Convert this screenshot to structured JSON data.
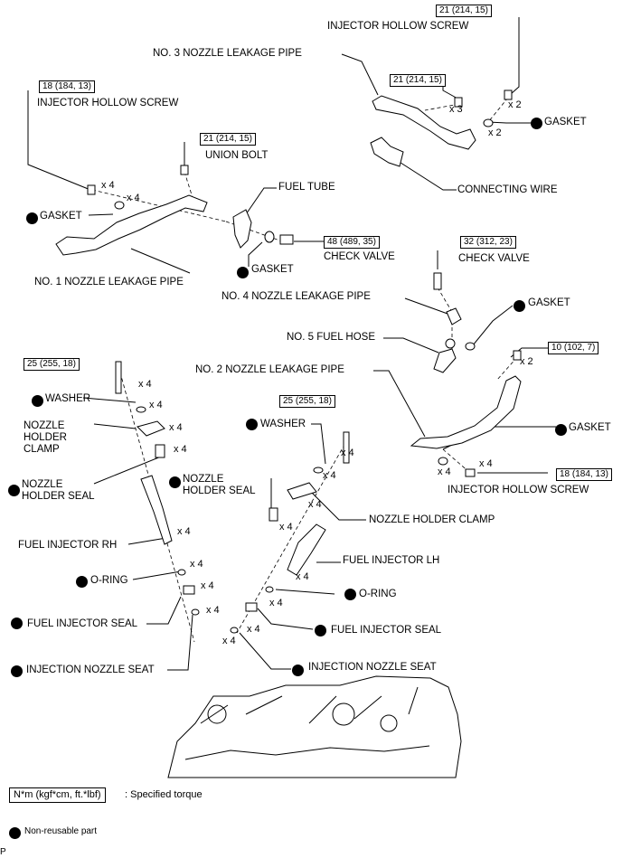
{
  "callouts": [
    {
      "text": "INJECTOR HOLLOW SCREW",
      "torque": "21 (214, 15)"
    },
    {
      "text": "NO. 3 NOZZLE LEAKAGE PIPE"
    },
    {
      "text": "GASKET"
    },
    {
      "text": "CONNECTING WIRE"
    },
    {
      "text": "INJECTOR HOLLOW SCREW",
      "torque": "18 (184, 13)"
    },
    {
      "text": "UNION BOLT",
      "torque": "21 (214, 15)"
    },
    {
      "text": "FUEL TUBE"
    },
    {
      "text": "GASKET"
    },
    {
      "text": "CHECK VALVE",
      "torque": "48 (489, 35)"
    },
    {
      "text": "GASKET"
    },
    {
      "text": "NO. 1 NOZZLE LEAKAGE PIPE"
    },
    {
      "text": "CHECK VALVE",
      "torque": "32 (312, 23)"
    },
    {
      "text": "NO. 4 NOZZLE LEAKAGE PIPE"
    },
    {
      "text": "GASKET"
    },
    {
      "text": "NO. 5 FUEL HOSE"
    },
    {
      "text": "NO. 2 NOZZLE LEAKAGE PIPE"
    },
    {
      "text": "GASKET"
    },
    {
      "text": "INJECTOR HOLLOW SCREW",
      "torque": "18 (184, 13)"
    },
    {
      "text": "WASHER"
    },
    {
      "text": "NOZZLE HOLDER CLAMP"
    },
    {
      "text": "NOZZLE HOLDER SEAL"
    },
    {
      "text": "FUEL INJECTOR RH"
    },
    {
      "text": "O-RING"
    },
    {
      "text": "FUEL INJECTOR SEAL"
    },
    {
      "text": "INJECTION NOZZLE SEAT"
    },
    {
      "text": "WASHER"
    },
    {
      "text": "NOZZLE HOLDER SEAL"
    },
    {
      "text": "NOZZLE HOLDER CLAMP"
    },
    {
      "text": "FUEL INJECTOR LH"
    },
    {
      "text": "O-RING"
    },
    {
      "text": "FUEL INJECTOR SEAL"
    },
    {
      "text": "INJECTION NOZZLE SEAT"
    }
  ],
  "torque_standalone": [
    {
      "torque": "21 (214, 15)"
    },
    {
      "torque": "25 (255, 18)"
    },
    {
      "torque": "10 (102, 7)"
    },
    {
      "torque": "25 (255, 18)"
    }
  ],
  "quantities": [
    "x 2",
    "x 3",
    "x 2",
    "x 4",
    "x 4",
    "x 2",
    "x 4",
    "x 4",
    "x 4",
    "x 4",
    "x 4",
    "x 4",
    "x 4",
    "x 4",
    "x 4",
    "x 4",
    "x 4",
    "x 4",
    "x 4",
    "x 4",
    "x 4",
    "x 4",
    "x 4",
    "x 4"
  ],
  "legend": {
    "torque_box": "N*m (kgf*cm, ft.*lbf)",
    "torque_desc": ": Specified torque",
    "nonreusable_desc": "Non-reusable part"
  },
  "footer_letter": "P"
}
